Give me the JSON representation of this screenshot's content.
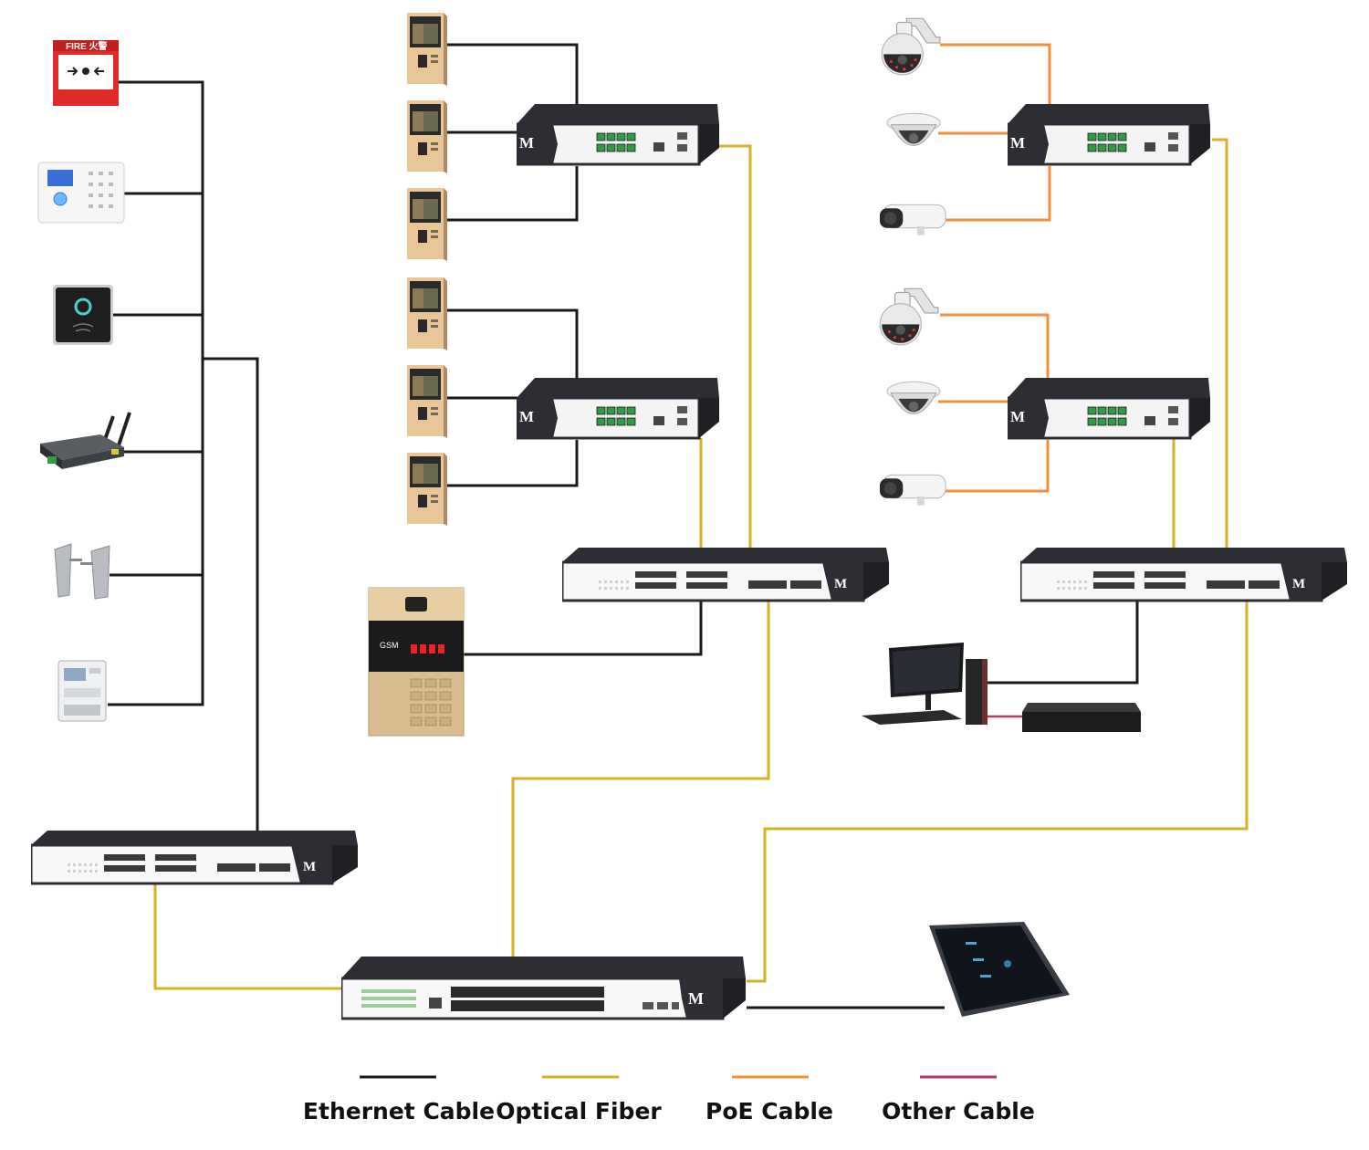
{
  "colors": {
    "ethernet": "#1a1a1a",
    "fiber": "#d4b32a",
    "poe": "#f0923a",
    "other": "#b23a6e",
    "switch_body": "#2c2e33",
    "switch_face": "#f4f4f4",
    "port_green": "#2f9b44",
    "intercom_gold": "#e9c59a",
    "fire_red": "#e02a2a"
  },
  "devices": {
    "fire_alarm": {
      "label": "FIRE 火警",
      "icon": "fire-alarm-call-point-icon"
    },
    "alarm_panel": {
      "icon": "alarm-keypad-panel-icon"
    },
    "card_reader": {
      "icon": "rfid-card-reader-icon"
    },
    "router": {
      "icon": "4g-router-icon"
    },
    "turnstile": {
      "icon": "turnstile-gate-icon"
    },
    "meter": {
      "icon": "electric-meter-icon"
    },
    "intercom_panel": {
      "label": "GSM",
      "icon": "door-intercom-panel-icon"
    },
    "switch_brand": "M"
  },
  "legend": {
    "items": [
      {
        "key": "ethernet",
        "label": "Ethernet Cable"
      },
      {
        "key": "fiber",
        "label": "Optical Fiber"
      },
      {
        "key": "poe",
        "label": "PoE Cable"
      },
      {
        "key": "other",
        "label": "Other Cable"
      }
    ]
  }
}
